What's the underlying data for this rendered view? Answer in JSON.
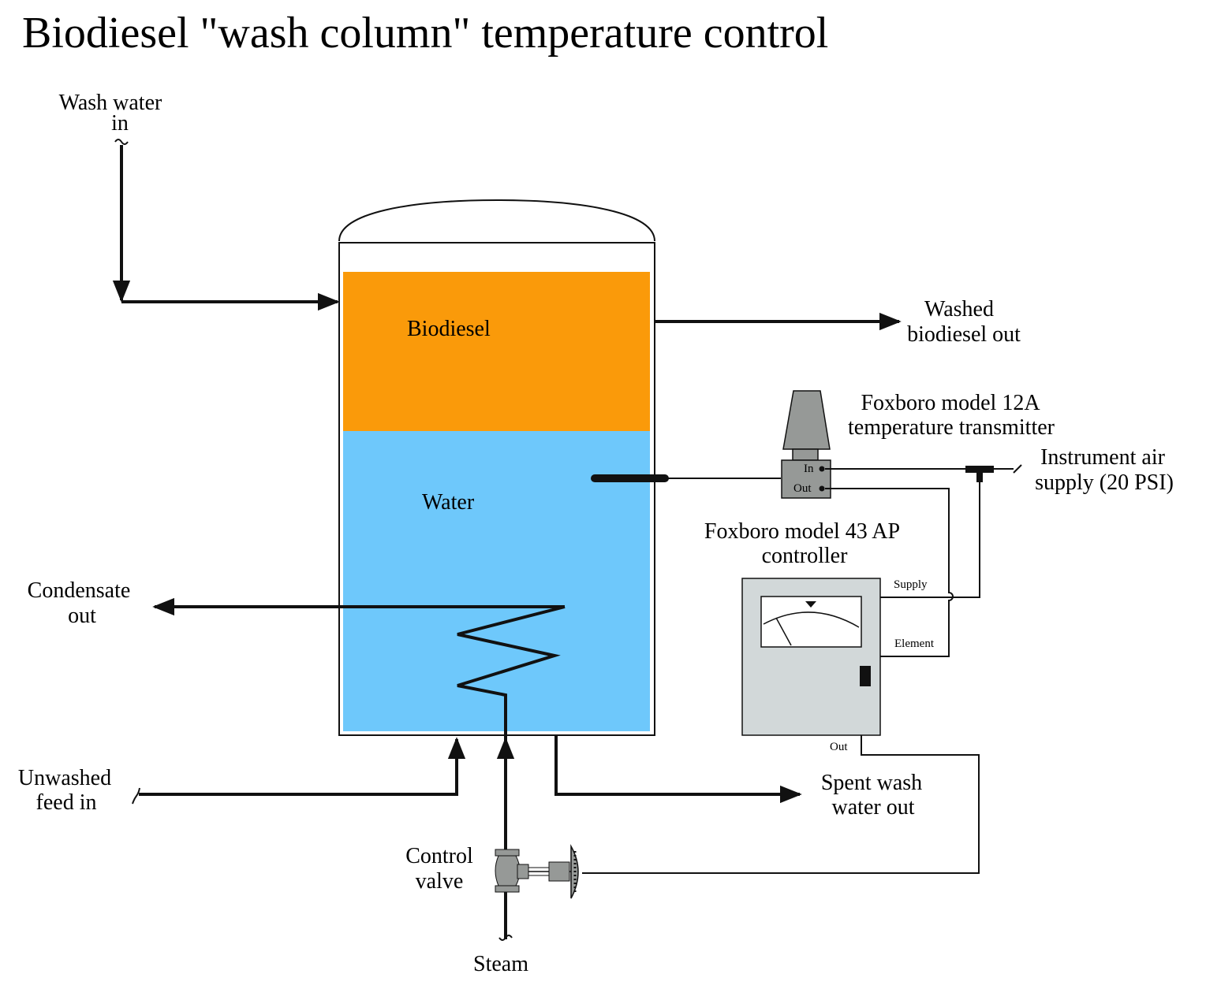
{
  "title": "Biodiesel \"wash column\" temperature control",
  "labels": {
    "wash_water_in": [
      "Wash water",
      "in"
    ],
    "biodiesel": "Biodiesel",
    "water": "Water",
    "washed_biodiesel_out": [
      "Washed",
      "biodiesel out"
    ],
    "transmitter": [
      "Foxboro model 12A",
      "temperature transmitter"
    ],
    "instrument_air": [
      "Instrument air",
      "supply (20 PSI)"
    ],
    "controller": [
      "Foxboro model 43 AP",
      "controller"
    ],
    "condensate_out": [
      "Condensate",
      "out"
    ],
    "unwashed_feed_in": [
      "Unwashed",
      "feed in"
    ],
    "spent_wash_water_out": [
      "Spent wash",
      "water out"
    ],
    "control_valve": [
      "Control",
      "valve"
    ],
    "steam": "Steam"
  },
  "ports": {
    "transmitter_in": "In",
    "transmitter_out": "Out",
    "controller_supply": "Supply",
    "controller_element": "Element",
    "controller_out": "Out"
  },
  "colors": {
    "biodiesel": "#fa9a0a",
    "water": "#6ec8fb",
    "equipment_gray": "#969997",
    "controller_body": "#d2d8d9"
  }
}
